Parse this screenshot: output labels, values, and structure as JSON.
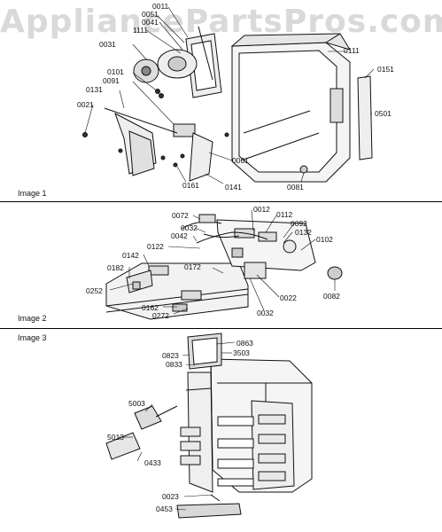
{
  "watermark": "AppliancePartsPros.com",
  "sections": [
    {
      "title": "Image 1",
      "parts": [
        "0011",
        "0051",
        "0041",
        "1111",
        "0031",
        "0101",
        "0091",
        "0131",
        "0021",
        "0111",
        "0151",
        "0501",
        "0061",
        "0161",
        "0141",
        "0081"
      ]
    },
    {
      "title": "Image 2",
      "parts": [
        "0072",
        "0012",
        "0112",
        "0092",
        "0032",
        "0042",
        "0132",
        "0102",
        "0122",
        "0142",
        "0182",
        "0172",
        "0252",
        "0022",
        "0082",
        "0162",
        "0272",
        "0032"
      ]
    },
    {
      "title": "Image 3",
      "parts": [
        "0863",
        "3503",
        "0823",
        "0833",
        "5003",
        "5013",
        "0433",
        "0023",
        "0453"
      ]
    }
  ]
}
